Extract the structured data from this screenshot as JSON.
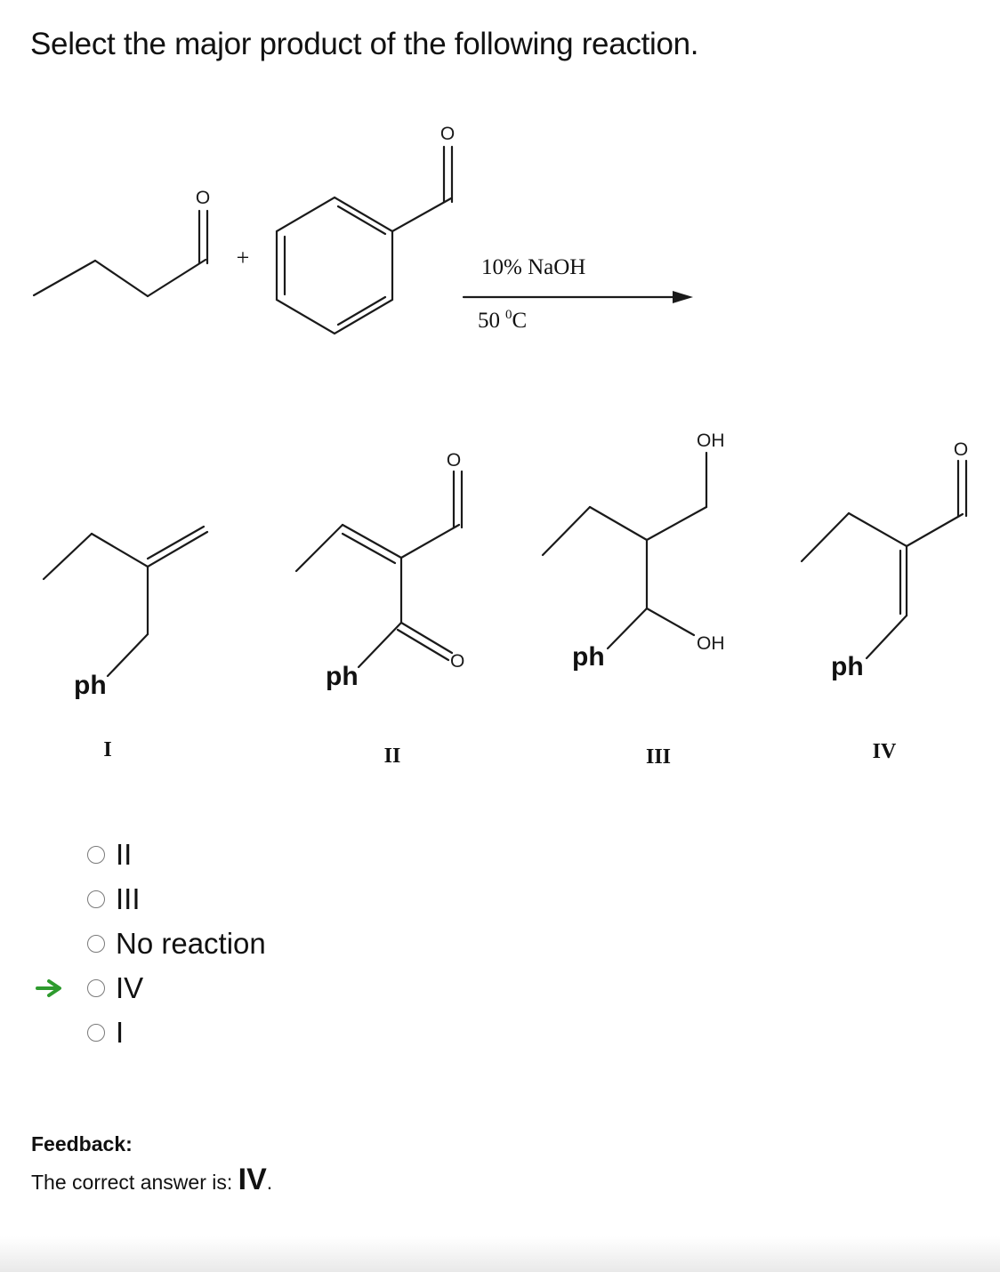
{
  "question": "Select the major product of the following reaction.",
  "reaction": {
    "plus": "+",
    "reagent": "10% NaOH",
    "temperature": "50",
    "temperature_unit_sup": "0",
    "temperature_unit": "C",
    "oxygen_label": "O"
  },
  "structures": [
    {
      "roman": "I",
      "substituent": "ph"
    },
    {
      "roman": "II",
      "substituent": "ph",
      "oxygen_top": "O",
      "oxygen_side": "O"
    },
    {
      "roman": "III",
      "substituent": "ph",
      "hydroxyl_top": "OH",
      "hydroxyl_bottom": "OH"
    },
    {
      "roman": "IV",
      "substituent": "ph",
      "oxygen_top": "O"
    }
  ],
  "options": [
    {
      "label": "II",
      "marked_correct": false
    },
    {
      "label": "III",
      "marked_correct": false
    },
    {
      "label": "No reaction",
      "marked_correct": false
    },
    {
      "label": "IV",
      "marked_correct": true
    },
    {
      "label": "I",
      "marked_correct": false
    }
  ],
  "feedback": {
    "title": "Feedback:",
    "text_prefix": "The correct answer is: ",
    "answer": "IV",
    "text_suffix": "."
  },
  "colors": {
    "correct_arrow": "#2e9b2e",
    "radio_border": "#7a7a7a"
  }
}
